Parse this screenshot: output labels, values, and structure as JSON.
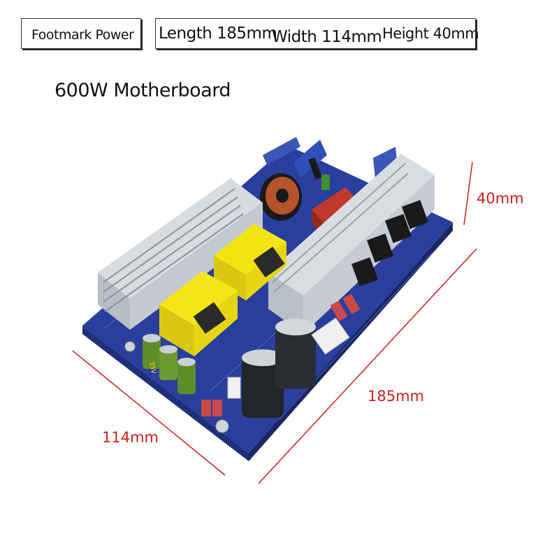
{
  "header": {
    "brand": "Footmark Power",
    "length": "Length 185mm",
    "width": "Width 114mm",
    "height": "Height 40mm"
  },
  "title": "600W Motherboard",
  "dimensions": {
    "height": "40mm",
    "length": "185mm",
    "width": "114mm"
  },
  "components": {
    "capacitor_small_label": "35V"
  },
  "colors": {
    "pcb": "#2a3e9e",
    "heatsink": "#c9ced4",
    "transformer": "#f2e413",
    "dimension_line": "#cc2020"
  }
}
